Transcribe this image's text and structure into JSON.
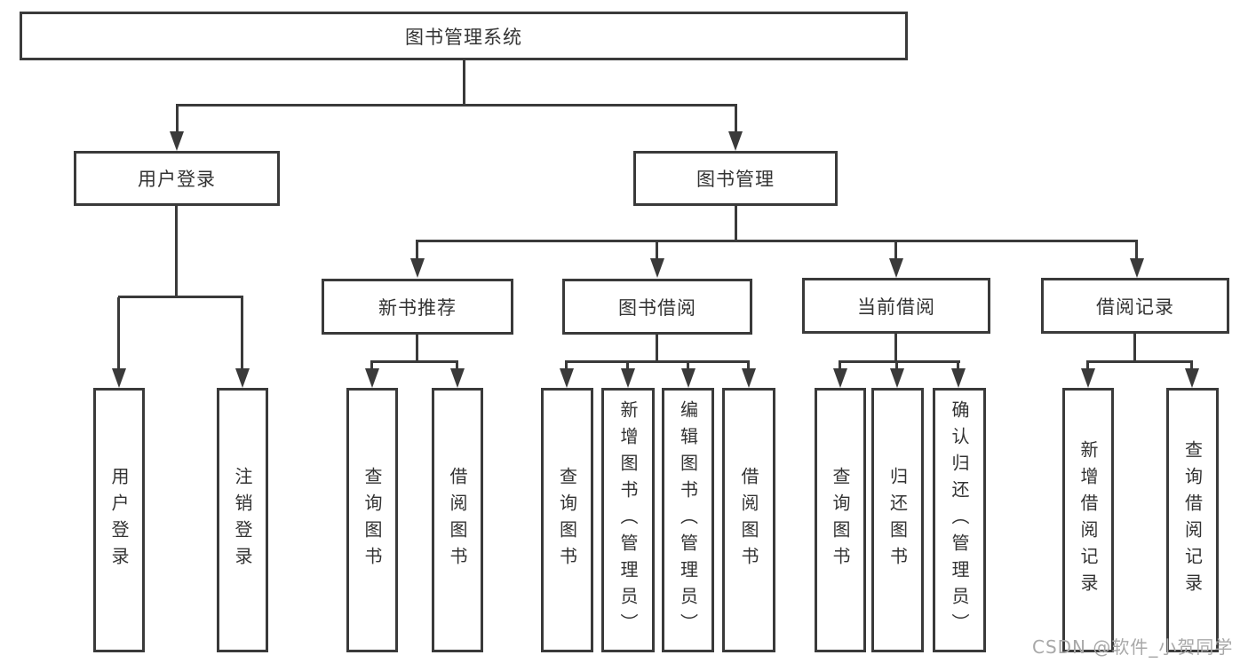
{
  "tree": {
    "label": "图书管理系统",
    "children": [
      {
        "label": "用户登录",
        "children": [
          {
            "label": "用户登录"
          },
          {
            "label": "注销登录"
          }
        ]
      },
      {
        "label": "图书管理",
        "children": [
          {
            "label": "新书推荐",
            "children": [
              {
                "label": "查询图书"
              },
              {
                "label": "借阅图书"
              }
            ]
          },
          {
            "label": "图书借阅",
            "children": [
              {
                "label": "查询图书"
              },
              {
                "label": "新增图书（管理员）"
              },
              {
                "label": "编辑图书（管理员）"
              },
              {
                "label": "借阅图书"
              }
            ]
          },
          {
            "label": "当前借阅",
            "children": [
              {
                "label": "查询图书"
              },
              {
                "label": "归还图书"
              },
              {
                "label": "确认归还（管理员）"
              }
            ]
          },
          {
            "label": "借阅记录",
            "children": [
              {
                "label": "新增借阅记录"
              },
              {
                "label": "查询借阅记录"
              }
            ]
          }
        ]
      }
    ]
  },
  "watermark": {
    "text": "CSDN @软件_小贺同学"
  },
  "colors": {
    "line": "#3a3a3a",
    "text": "#333333",
    "watermark": "#a8a8a8",
    "background": "#ffffff"
  }
}
